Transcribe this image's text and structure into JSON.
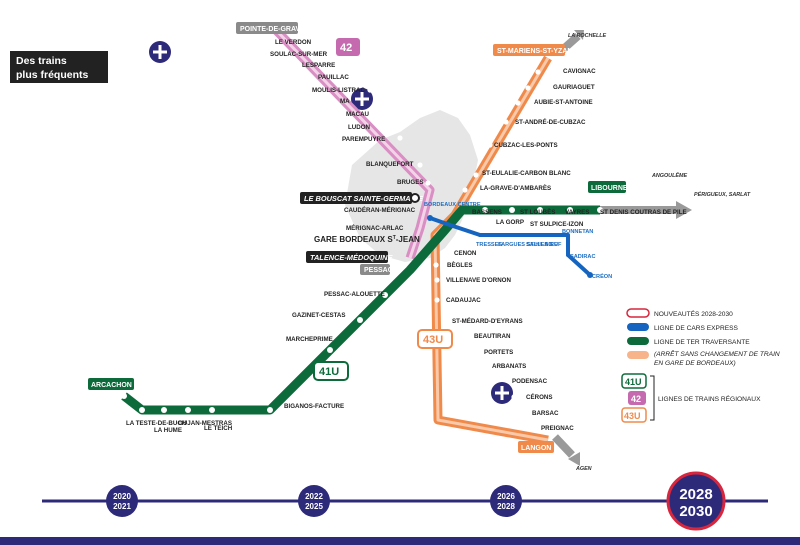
{
  "header": {
    "line1": "Des trains",
    "line2": "plus fréquents"
  },
  "lines": {
    "42": "42",
    "43U": "43U",
    "41U": "41U"
  },
  "terminals": {
    "pointe_de_grave": "POINTE-DE-GRAVE",
    "st_mariens": "ST-MARIENS-ST-YZAN",
    "libourne": "LIBOURNE",
    "arcachon": "ARCACHON",
    "langon": "LANGON",
    "le_bouscat": "LE BOUSCAT SAINTE-GERMAINE",
    "talence": "TALENCE-MÉDOQUINE",
    "pessac": "PESSAC"
  },
  "line42_stations": [
    "LE VERDON",
    "SOULAC-SUR-MER",
    "LESPARRE",
    "PAUILLAC",
    "MOULIS-LISTRAC",
    "MACAU",
    "LUDON",
    "PAREMPUYRE",
    "BLANQUEFORT",
    "BRUGES"
  ],
  "line42_station_partial": "MA",
  "ceinture_stations": [
    "CAUDÉRAN-MÉRIGNAC",
    "MÉRIGNAC-ARLAC"
  ],
  "gare": "GARE BORDEAUX S",
  "gare_sup": "T",
  "gare_suffix": "-JEAN",
  "north_stations": [
    "CAVIGNAC",
    "GAURIAGUET",
    "AUBIE-ST-ANTOINE",
    "ST-ANDRÉ-DE-CUBZAC",
    "CUBZAC-LES-PONTS",
    "ST-EULALIE-CARBON BLANC",
    "LA-GRAVE-D'AMBARÈS"
  ],
  "east_stations": [
    "BASSENS",
    "LA GORP",
    "ST LOUBÈS",
    "ST SULPICE-IZON",
    "VAYRES",
    "ST DENIS COUTRAS DE PILE"
  ],
  "south_stations": [
    "CENON",
    "BÈGLES",
    "VILLENAVE D'ORNON",
    "CADAUJAC",
    "ST-MÉDARD-D'EYRANS",
    "BEAUTIRAN",
    "PORTETS",
    "ARBANATS",
    "PODENSAC",
    "CÉRONS",
    "BARSAC",
    "PREIGNAC"
  ],
  "southwest_stations": [
    "PESSAC-ALOUETTE",
    "GAZINET-CESTAS",
    "MARCHEPRIME",
    "BIGANOS-FACTURE",
    "LE TEICH",
    "GUJAN-MESTRAS",
    "LA HUME",
    "LA TESTE-DE-BUCH"
  ],
  "express_stations": [
    "BORDEAUX CENTRE",
    "TRESSES",
    "FARGUES ST-HILAIRE",
    "SALLEBŒUF",
    "BONNETAN",
    "SADIRAC",
    "CRÉON"
  ],
  "extensions": {
    "la_rochelle": "LA ROCHELLE",
    "angouleme": "ANGOULÊME",
    "perigueux": "PÉRIGUEUX, SARLAT",
    "agen": "AGEN"
  },
  "legend": {
    "new": "NOUVEAUTÉS 2028-2030",
    "cars": "LIGNE DE CARS EXPRESS",
    "ter": "LIGNE DE TER TRAVERSANTE",
    "ter_note1": "(ARRÊT SANS CHANGEMENT DE TRAIN",
    "ter_note2": "EN GARE DE BORDEAUX)",
    "regional": "LIGNES DE TRAINS RÉGIONAUX",
    "badges": [
      "41U",
      "42",
      "43U"
    ]
  },
  "timeline": [
    "2020",
    "2021",
    "2022",
    "2025",
    "2026",
    "2028",
    "2028",
    "2030"
  ],
  "colors": {
    "green": "#0d6b3b",
    "orange": "#f08a4b",
    "pink": "#d98ec4",
    "blue": "#1565c0",
    "navy": "#2d2a7a",
    "gray": "#8a8a8a",
    "red": "#d7263d"
  }
}
